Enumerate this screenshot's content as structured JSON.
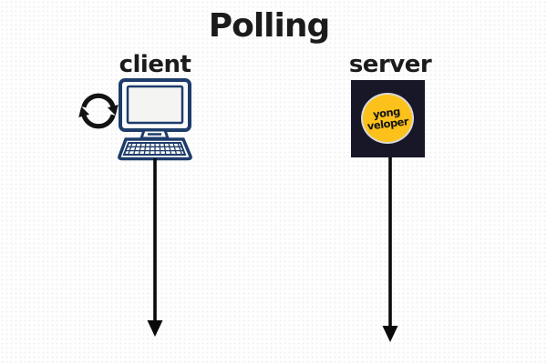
{
  "diagram": {
    "title": "Polling",
    "type": "sequence-lifelines",
    "lifelines": [
      {
        "owner": "client",
        "direction": "down"
      },
      {
        "owner": "server",
        "direction": "down"
      }
    ]
  },
  "client": {
    "label": "client",
    "icons": [
      {
        "name": "refresh-icon"
      },
      {
        "name": "desktop-computer-icon"
      }
    ]
  },
  "server": {
    "label": "server",
    "logo": {
      "line1": "yong",
      "line2": "veloper"
    }
  },
  "colors": {
    "background": "#fefefe",
    "text": "#1b1b1b",
    "computer_outline": "#1e3c6b",
    "server_box": "#171728",
    "logo_yellow": "#fcc21b",
    "logo_ring": "#d9d9d9",
    "arrow": "#0a0a0a"
  }
}
